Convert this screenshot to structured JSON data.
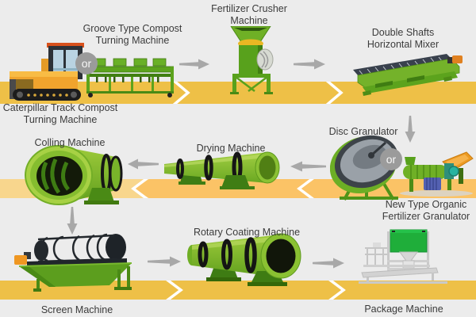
{
  "colors": {
    "bg": "#ececec",
    "band": "#eec047",
    "bandmid": "#fbc366",
    "bandpale": "#f8d68d",
    "arrow": "#a8a8a8",
    "orbg": "#9b9b9b",
    "text": "#3b3b3b"
  },
  "or_label": "or",
  "machines": {
    "caterpillar": {
      "lines": [
        "Caterpillar Track Compost",
        "Turning Machine"
      ]
    },
    "groove": {
      "lines": [
        "Groove Type Compost",
        "Turning Machine"
      ]
    },
    "crusher": {
      "lines": [
        "Fertilizer Crusher",
        "Machine"
      ]
    },
    "mixer": {
      "lines": [
        "Double Shafts",
        "Horizontal Mixer"
      ]
    },
    "disc": {
      "lines": [
        "Disc Granulator"
      ]
    },
    "newtype": {
      "lines": [
        "New Type Organic",
        "Fertilizer Granulator"
      ]
    },
    "drying": {
      "lines": [
        "Drying Machine"
      ]
    },
    "colling": {
      "lines": [
        "Colling Machine"
      ]
    },
    "screen": {
      "lines": [
        "Screen Machine"
      ]
    },
    "rotary": {
      "lines": [
        "Rotary Coating Machine"
      ]
    },
    "package": {
      "lines": [
        "Package Machine"
      ]
    }
  },
  "flow": {
    "row1": [
      "Caterpillar Track Compost Turning Machine OR Groove Type Compost Turning Machine",
      "Fertilizer Crusher Machine",
      "Double Shafts Horizontal Mixer"
    ],
    "row2": [
      "Disc Granulator OR New Type Organic Fertilizer Granulator",
      "Drying Machine",
      "Colling Machine"
    ],
    "row3": [
      "Screen Machine",
      "Rotary Coating Machine",
      "Package Machine"
    ]
  }
}
